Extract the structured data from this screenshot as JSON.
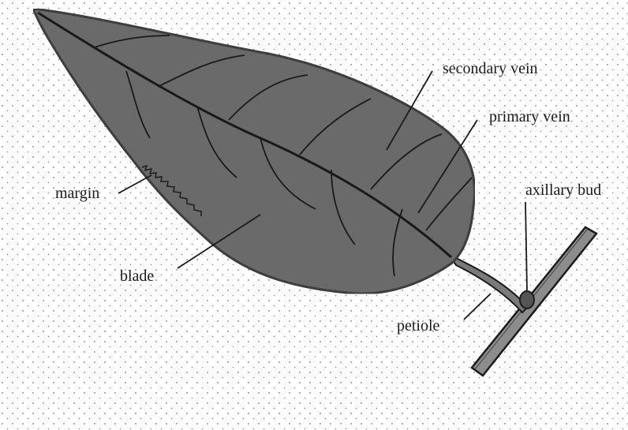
{
  "diagram": {
    "subject": "leaf anatomy",
    "labels": {
      "secondary_vein": "secondary vein",
      "primary_vein": "primary vein",
      "axillary_bud": "axillary bud",
      "margin": "margin",
      "blade": "blade",
      "petiole": "petiole"
    },
    "colors": {
      "background": "#ffffff",
      "stipple": "#7a7a7a",
      "leaf_fill": "#6a6a6a",
      "leaf_outline": "#1c1c1c",
      "vein": "#1a1a1a",
      "text": "#1a1a1a"
    }
  }
}
